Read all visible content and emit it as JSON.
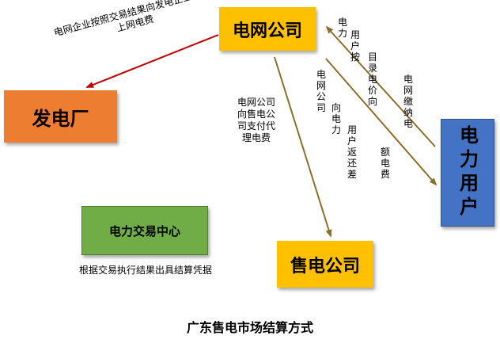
{
  "nodes": {
    "grid_company": "电网公司",
    "power_plant": "发电厂",
    "power_user": "电力用户",
    "retail_company": "售电公司",
    "trading_center": "电力交易中心"
  },
  "edges": {
    "grid_to_plant": "电网企业按照交易结果向发电企业支付上网电费",
    "grid_to_retail": "电网公司向售电公司支付代理电费",
    "user_to_grid": "电力用户按目录电价向电网缴纳电费",
    "grid_to_user": "电网公司向电力用户返还差额电费"
  },
  "notes": {
    "trading_center_note": "根据交易执行结果出具结算凭据"
  },
  "title": "广东售电市场结算方式",
  "colors": {
    "grid_company": "#FFC000",
    "retail_company": "#FFC000",
    "power_plant": "#ED7D31",
    "power_user": "#4472C4",
    "trading_center": "#70AD47",
    "arrow_red": "#C00000",
    "arrow_brown": "#8B6F2E"
  }
}
